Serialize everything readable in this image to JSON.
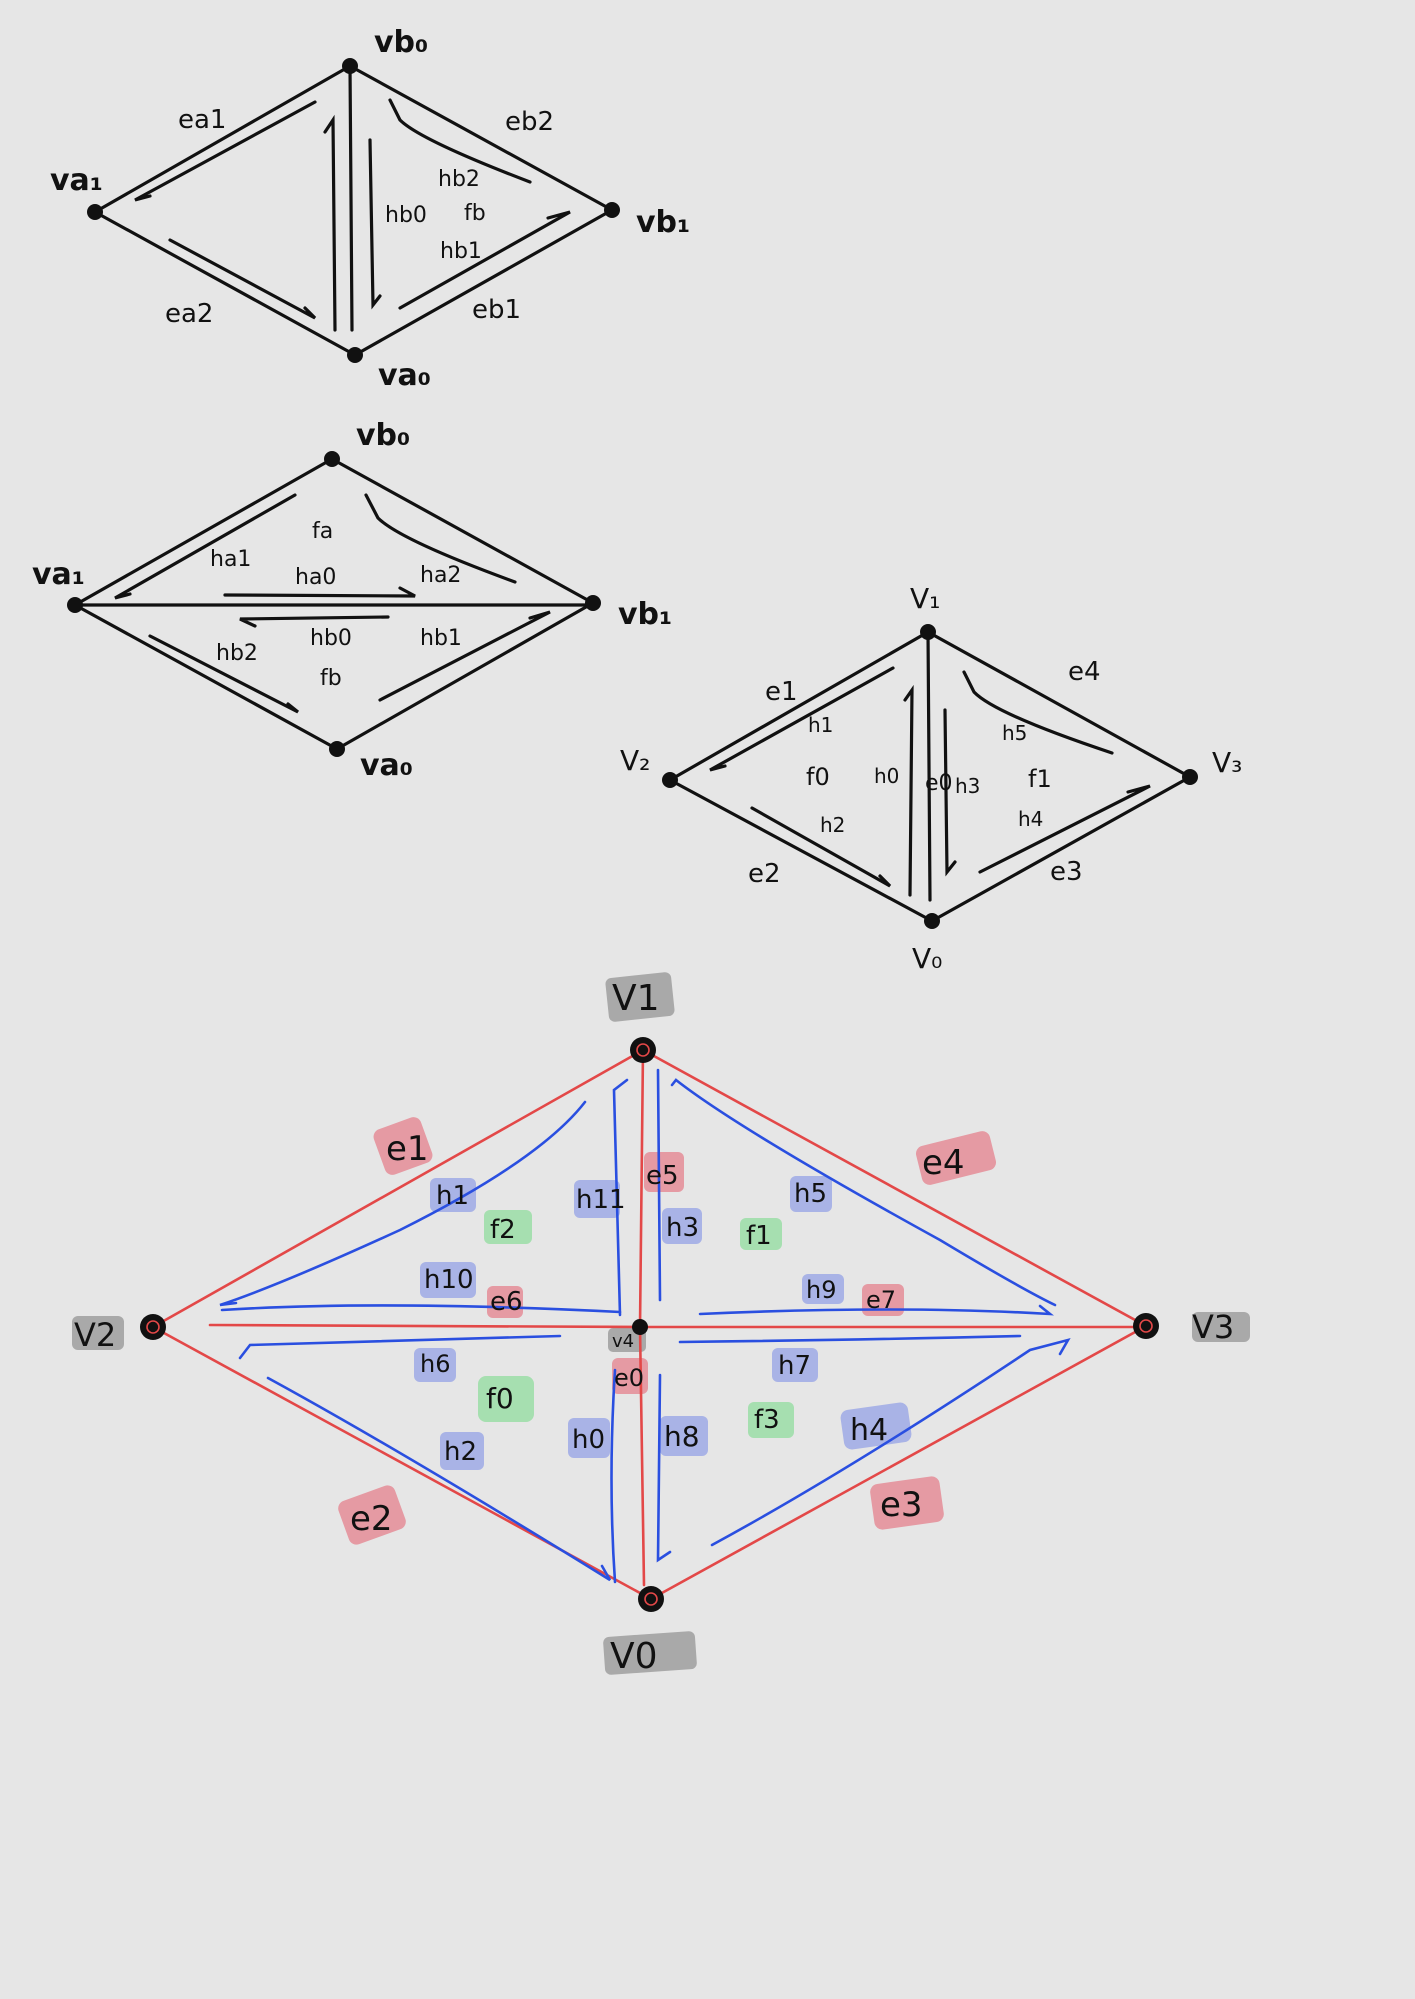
{
  "colors": {
    "background": "#e6e6e6",
    "ink": "#111111",
    "edge_red": "#e34848",
    "halfedge_blue": "#2a4fe0",
    "highlight_gray": "#a9a9a9",
    "highlight_red": "#e59aa3",
    "highlight_blue": "#a9b3e6",
    "highlight_green": "#a6dfb0"
  },
  "diagram1": {
    "vertices": {
      "vb0": "vb₀",
      "va1": "va₁",
      "vb1": "vb₁",
      "va0": "va₀"
    },
    "edges": {
      "ea1": "ea1",
      "eb2": "eb2",
      "ea2": "ea2",
      "eb1": "eb1"
    },
    "halfedges": {
      "hb2": "hb2",
      "hb0": "hb0",
      "hb1": "hb1"
    },
    "faces": {
      "fb": "fb"
    }
  },
  "diagram2": {
    "vertices": {
      "vb0": "vb₀",
      "va1": "va₁",
      "vb1": "vb₁",
      "va0": "va₀"
    },
    "halfedges": {
      "ha1": "ha1",
      "ha0": "ha0",
      "ha2": "ha2",
      "hb0": "hb0",
      "hb2": "hb2",
      "hb1": "hb1"
    },
    "faces": {
      "fa": "fa",
      "fb": "fb"
    }
  },
  "diagram3": {
    "vertices": {
      "v1": "V₁",
      "v2": "V₂",
      "v3": "V₃",
      "v0": "V₀"
    },
    "edges": {
      "e1": "e1",
      "e4": "e4",
      "e2": "e2",
      "e3": "e3",
      "e0": "e0"
    },
    "halfedges": {
      "h1": "h1",
      "h0": "h0",
      "h2": "h2",
      "h3": "h3",
      "h4": "h4",
      "h5": "h5"
    },
    "faces": {
      "f0": "f0",
      "f1": "f1"
    }
  },
  "diagram4": {
    "vertices": {
      "v1": "V1",
      "v2": "V2",
      "v3": "V3",
      "v0": "V0"
    },
    "edges": {
      "e1": "e1",
      "e4": "e4",
      "e5": "e5",
      "e6": "e6",
      "e7": "e7",
      "e0": "e0",
      "e2": "e2",
      "e3": "e3"
    },
    "halfedges": {
      "h1": "h1",
      "h11": "h11",
      "h3": "h3",
      "h5": "h5",
      "h10": "h10",
      "h9": "h9",
      "h6": "h6",
      "h7": "h7",
      "h2": "h2",
      "h0": "h0",
      "h8": "h8",
      "h4": "h4"
    },
    "faces": {
      "f2": "f2",
      "f1": "f1",
      "f0": "f0",
      "f3": "f3"
    },
    "center_vertex_label": "v4"
  }
}
